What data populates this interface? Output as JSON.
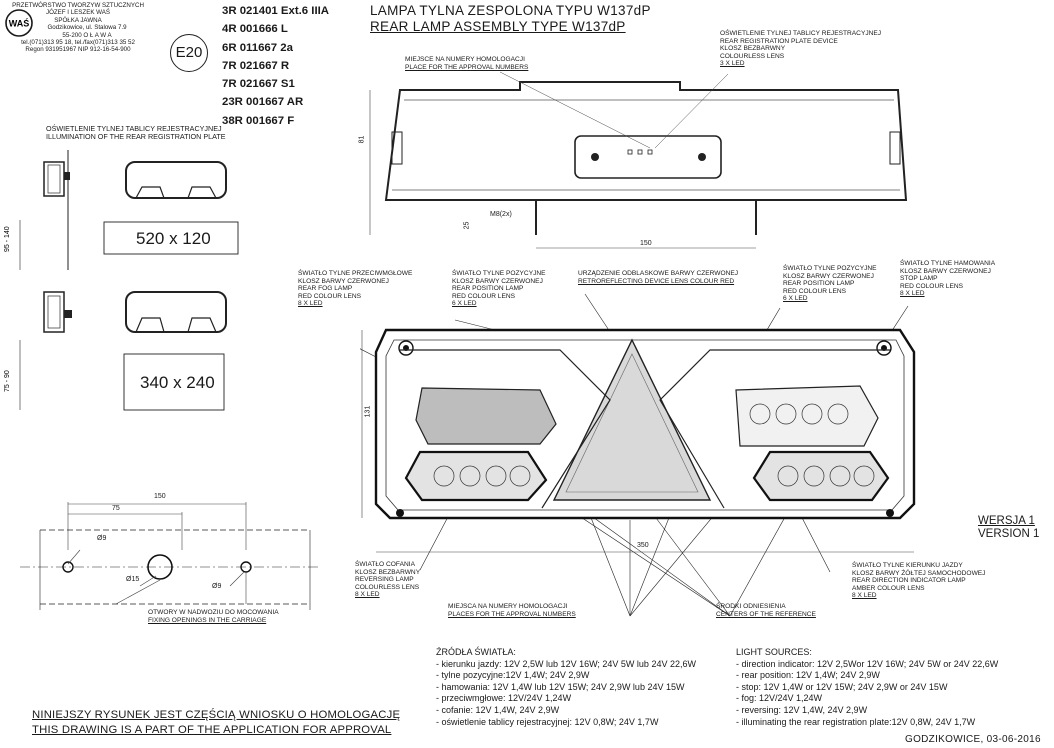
{
  "company": {
    "lines": [
      "PRZETWÓRSTWO TWORZYW SZTUCZNYCH",
      "JÓZEF I LESZEK WAŚ",
      "SPÓŁKA JAWNA",
      "Godzikowice, ul. Stalowa 7.9",
      "55-200   O Ł A W A",
      "tel.(071)313 95 18, tel./fax(071)313 35 52",
      "Regon 931951967 NIP 912-16-54-900"
    ],
    "logo_text": "WAŚ"
  },
  "mark": "E20",
  "approvals": [
    "3R 021401 Ext.6 IIIA",
    "4R 001666 L",
    "6R 011667 2a",
    "7R 021667 R",
    "7R 021667 S1",
    "23R 001667 AR",
    "38R 001667 F"
  ],
  "title": {
    "pl": "LAMPA TYLNA ZESPOLONA TYPU W137dP",
    "en": "REAR LAMP ASSEMBLY TYPE W137dP"
  },
  "plate_illumination": {
    "pl": "OŚWIETLENIE TYLNEJ TABLICY REJESTRACYJNEJ",
    "en": "ILLUMINATION OF THE REAR REGISTRATION PLATE",
    "size_a": "520 x 120",
    "size_b": "340 x 240",
    "range_a": "95 - 140",
    "range_b": "75 - 90"
  },
  "labels": {
    "approval_place_top": [
      "MIEJSCE NA NUMERY HOMOLOGACJI",
      "PLACE FOR THE APPROVAL NUMBERS"
    ],
    "plate_device": [
      "OŚWIETLENIE TYLNEJ TABLICY REJESTRACYJNEJ",
      "REAR REGISTRATION PLATE DEVICE",
      "KLOSZ BEZBARWNY",
      "COLOURLESS LENS",
      "3 x LED"
    ],
    "fog": [
      "ŚWIATŁO TYLNE PRZECIWMGŁOWE",
      "KLOSZ BARWY CZERWONEJ",
      "REAR FOG LAMP",
      "RED COLOUR LENS",
      "8 x LED"
    ],
    "position_left": [
      "ŚWIATŁO TYLNE POZYCYJNE",
      "KLOSZ BARWY CZERWONEJ",
      "REAR POSITION LAMP",
      "RED COLOUR LENS",
      "6 x LED"
    ],
    "reflector": [
      "URZĄDZENIE ODBLASKOWE BARWY CZERWONEJ",
      "RETROREFLECTING DEVICE LENS COLOUR RED"
    ],
    "position_right": [
      "ŚWIATŁO TYLNE POZYCYJNE",
      "KLOSZ BARWY CZERWONEJ",
      "REAR POSITION LAMP",
      "RED COLOUR LENS",
      "6 x LED"
    ],
    "stop": [
      "ŚWIATŁO TYLNE  HAMOWANIA",
      "KLOSZ BARWY CZERWONEJ",
      "STOP LAMP",
      "RED COLOUR LENS",
      "8 x LED"
    ],
    "reversing": [
      "ŚWIATŁO COFANIA",
      "KLOSZ BEZBARWNY",
      "REVERSING LAMP",
      "COLOURLESS LENS",
      "8 x LED"
    ],
    "approval_place_bottom": [
      "MIEJSCA NA NUMERY HOMOLOGACJI",
      "PLACES FOR THE APPROVAL NUMBERS"
    ],
    "reference": [
      "ŚRODKI ODNIESIENIA",
      "CENTERS OF THE REFERENCE"
    ],
    "indicator": [
      "ŚWIATŁO TYLNE KIERUNKU JAZDY",
      "KLOSZ BARWY ŻÓŁTEJ SAMOCHODOWEJ",
      "REAR DIRECTION INDICATOR LAMP",
      "AMBER COLOUR LENS",
      "8 x LED"
    ],
    "fixing": [
      "OTWORY W NADWOZIU DO MOCOWANIA",
      "FIXING OPENINGS IN THE CARRIAGE"
    ]
  },
  "dimensions": {
    "height_top": "81",
    "stud": "M8(2x)",
    "stud_len": "25",
    "stud_spacing": "150",
    "body_height": "131",
    "body_width": "350",
    "holes_total": "150",
    "holes_half": "75",
    "hole_a": "Ø9",
    "hole_b": "Ø15",
    "hole_c": "Ø9"
  },
  "version": [
    "WERSJA 1",
    "VERSION 1"
  ],
  "sources_pl": {
    "heading": "ŹRÓDŁA ŚWIATŁA:",
    "lines": [
      "- kierunku jazdy: 12V 2,5W lub 12V 16W; 24V 5W lub 24V 22,6W",
      "- tylne pozycyjne:12V 1,4W;   24V 2,9W",
      "- hamowania: 12V 1,4W lub 12V 15W; 24V 2,9W lub 24V 15W",
      "- przeciwmgłowe: 12V/24V 1,24W",
      "- cofanie:  12V 1,4W, 24V 2,9W",
      "- oświetlenie tablicy rejestracyjnej: 12V 0,8W;  24V 1,7W"
    ]
  },
  "sources_en": {
    "heading": "LIGHT SOURCES:",
    "lines": [
      "- direction indicator: 12V 2,5Wor 12V 16W; 24V 5W or 24V 22,6W",
      "- rear position: 12V 1,4W;   24V 2,9W",
      "- stop: 12V 1,4W or 12V 15W; 24V 2,9W or 24V 15W",
      "- fog: 12V/24V 1,24W",
      "- reversing: 12V 1,4W, 24V 2,9W",
      "- illuminating the rear registration plate:12V 0,8W,  24V 1,7W"
    ]
  },
  "footer": {
    "pl": "NINIEJSZY RYSUNEK JEST CZĘŚCIĄ  WNIOSKU O  HOMOLOGACJĘ",
    "en": "THIS DRAWING IS A PART OF THE APPLICATION FOR  APPROVAL"
  },
  "date": "GODZIKOWICE,  03-06-2016"
}
